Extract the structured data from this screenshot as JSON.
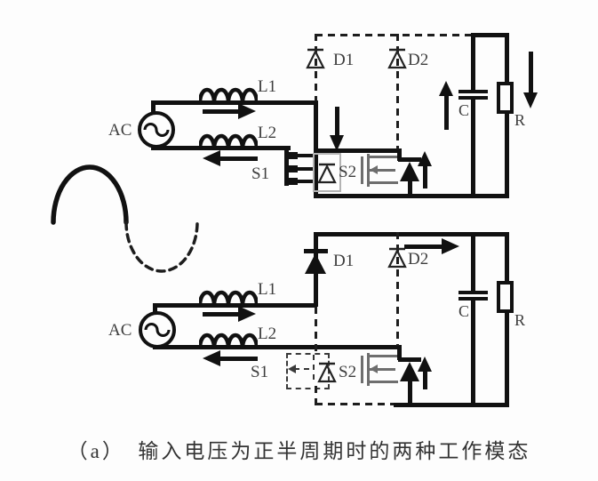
{
  "figure": {
    "type": "circuit-schematic",
    "description": "Totem-pole bridgeless PFC converter: two operating modes during positive half cycle of input voltage",
    "caption": "（a）　输入电压为正半周期时的两种工作模态"
  },
  "colors": {
    "active_stroke": "#111111",
    "inactive_grey": "#6e6e6e",
    "label_text": "#3d3d3d",
    "background": "#fdfdfd"
  },
  "input_waveform": {
    "positive_half": "solid",
    "negative_half": "dashed"
  },
  "circuit_top": {
    "name": "operating-mode-1",
    "labels": {
      "ac": "AC",
      "l1": "L1",
      "l2": "L2",
      "s1": "S1",
      "s2": "S2",
      "d1": "D1",
      "d2": "D2",
      "c": "C",
      "r": "R"
    },
    "state": {
      "s1": "on-bold",
      "s2": "off-thin-body-diode-conducting",
      "d1": "off-dashed",
      "d2": "off-dashed",
      "arrows": [
        "L1-right",
        "L2-left",
        "down-into-bridge",
        "up-through-body-diode",
        "up-at-C",
        "down-at-R"
      ]
    }
  },
  "circuit_bottom": {
    "name": "operating-mode-2",
    "labels": {
      "ac": "AC",
      "l1": "L1",
      "l2": "L2",
      "s1": "S1",
      "s2": "S2",
      "d1": "D1",
      "d2": "D2",
      "c": "C",
      "r": "R"
    },
    "state": {
      "s1": "off-dashed",
      "s2": "off-thin-body-diode-conducting",
      "d1": "on-bold",
      "d2": "off-dashed",
      "arrows": [
        "L1-right",
        "L2-left",
        "right-to-output",
        "up-through-body-diode"
      ]
    }
  }
}
